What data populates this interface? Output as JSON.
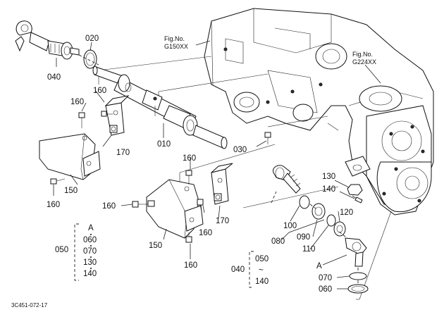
{
  "diagram": {
    "labels": {
      "p020": "020",
      "p040": "040",
      "p010": "010",
      "p030": "030",
      "p160a": "160",
      "p160b": "160",
      "p160c": "160",
      "p160d": "160",
      "p160e": "160",
      "p160f": "160",
      "p160g": "160",
      "p170a": "170",
      "p170b": "170",
      "p150a": "150",
      "p150b": "150",
      "p130": "130",
      "p140": "140",
      "p120": "120",
      "p100": "100",
      "p090": "090",
      "p080": "080",
      "p110": "110",
      "p070": "070",
      "p060": "060",
      "ref_a": "A"
    },
    "fig_refs": {
      "fig1_title": "Fig.No.",
      "fig1_code": "G150XX",
      "fig2_title": "Fig.No.",
      "fig2_code": "G224XX"
    },
    "group_050": {
      "label": "050",
      "items": [
        "A",
        "060",
        "070",
        "130",
        "140"
      ]
    },
    "group_040": {
      "label": "040",
      "items": [
        "050",
        "~",
        "140"
      ]
    },
    "diagram_code": "3C451-072-17"
  }
}
